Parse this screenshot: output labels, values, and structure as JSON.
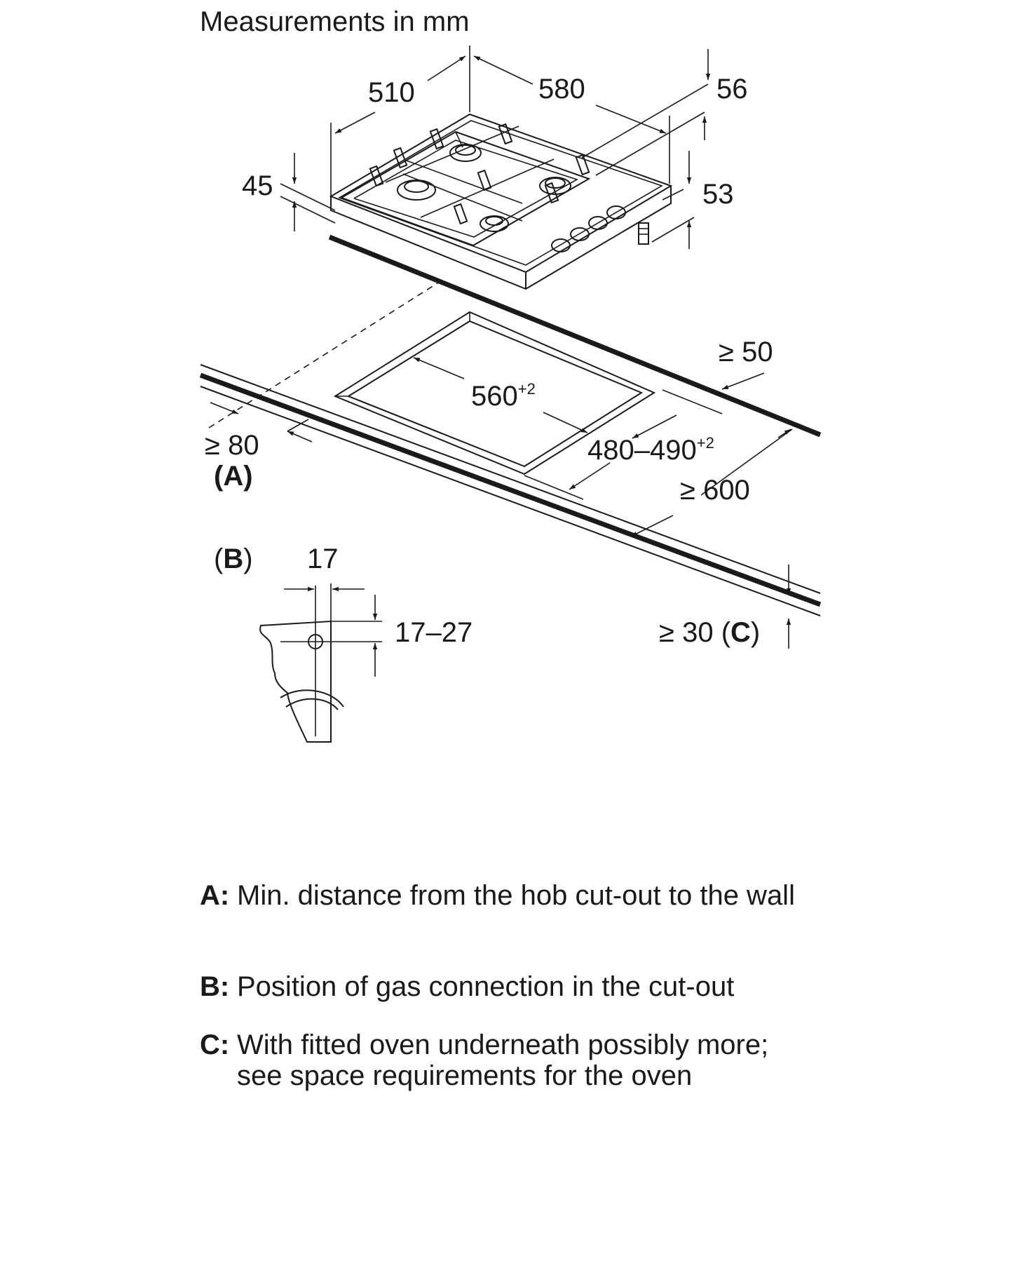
{
  "title": "Measurements in mm",
  "hob_dims": {
    "depth": "510",
    "width": "580",
    "height_total": "56",
    "height_front": "45",
    "height_rear": "53"
  },
  "cutout_dims": {
    "width_base": "560",
    "width_tol": "+2",
    "depth_base": "480–490",
    "depth_tol": "+2",
    "rear_min": "≥ 50",
    "worktop_depth_min": "≥ 600",
    "side_min": "≥ 80",
    "side_label": "(A)",
    "under_min": "≥ 30",
    "under_label_open": "(",
    "under_label_key": "C",
    "under_label_close": ")"
  },
  "detail_b": {
    "label_open": "(",
    "label_key": "B",
    "label_close": ")",
    "offset": "17",
    "height_range": "17–27"
  },
  "legend": [
    {
      "key": "A:",
      "text": "Min. distance from the hob cut-out to the wall"
    },
    {
      "key": "B:",
      "text": "Position of gas connection in the cut-out"
    },
    {
      "key": "C:",
      "text": "With fitted oven underneath possibly more; see space requirements for the oven"
    }
  ]
}
